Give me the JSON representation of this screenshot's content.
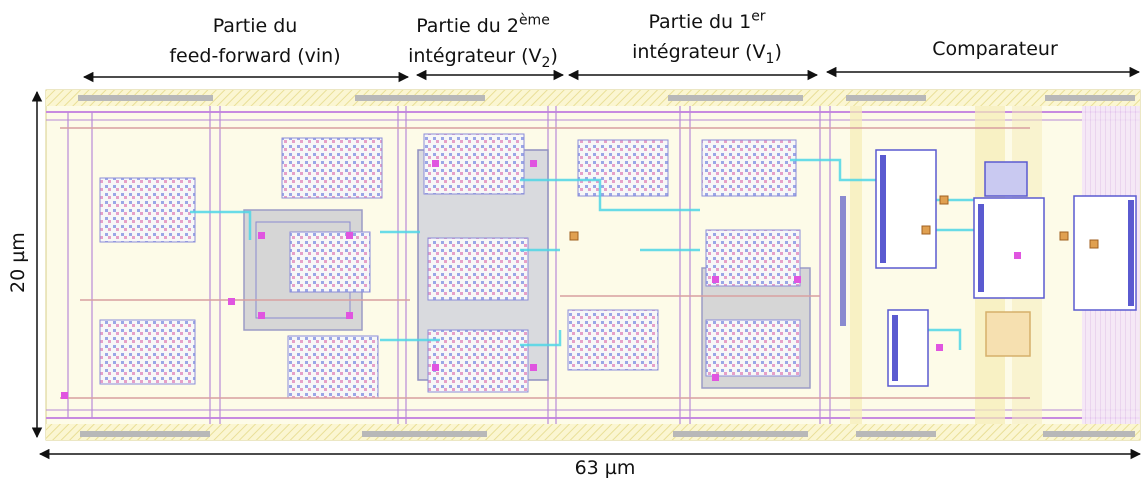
{
  "sections": {
    "feedforward": {
      "line1": "Partie du",
      "line2": "feed-forward (vin)"
    },
    "int2": {
      "line1_prefix": "Partie du 2",
      "line1_sup": "ème",
      "line2_prefix": "intégrateur (V",
      "line2_sub": "2",
      "line2_suffix": ")"
    },
    "int1": {
      "line1_prefix": "Partie du 1",
      "line1_sup": "er",
      "line2_prefix": "intégrateur (V",
      "line2_sub": "1",
      "line2_suffix": ")"
    },
    "comparator": {
      "label": "Comparateur"
    }
  },
  "dimensions": {
    "height": "20 µm",
    "width": "63 µm"
  }
}
